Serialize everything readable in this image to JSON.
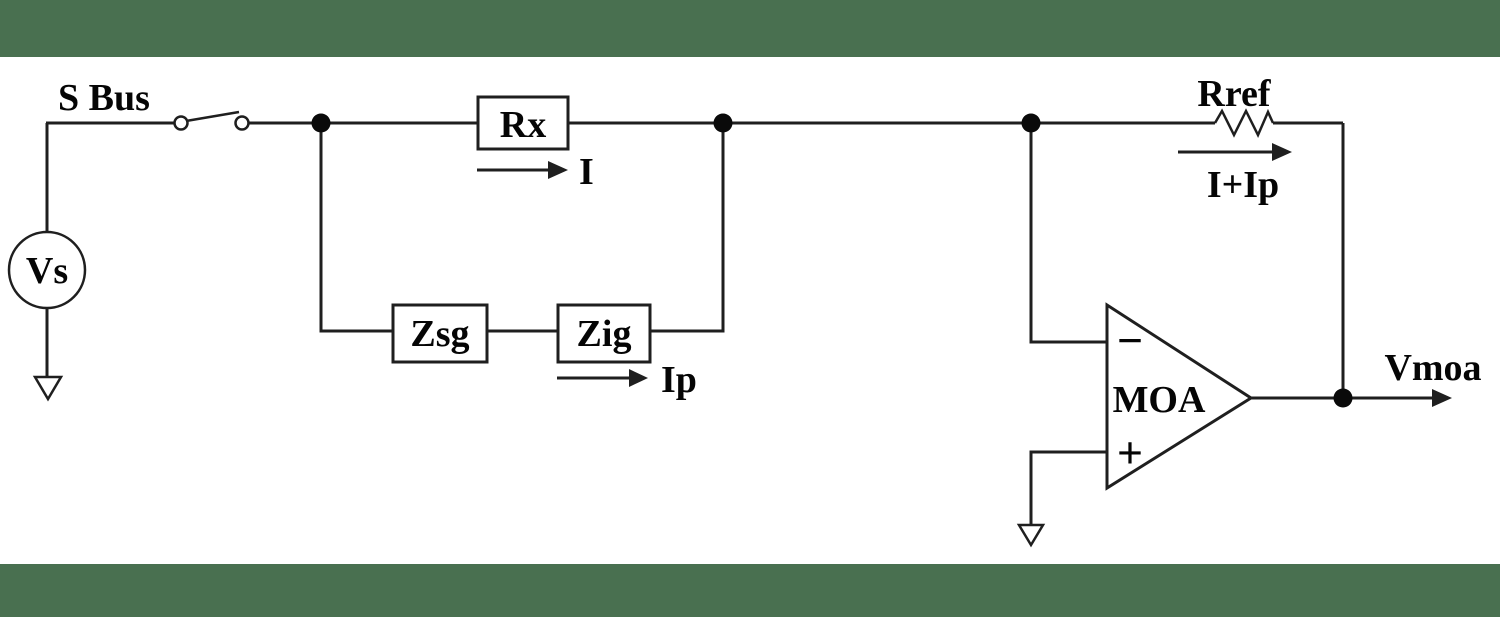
{
  "colors": {
    "background": "#ffffff",
    "border_bars": "#497050",
    "line": "#1f1f1f",
    "text": "#050505"
  },
  "circuit": {
    "type": "circuit-schematic",
    "bus_label": "S Bus",
    "source_label": "Vs",
    "series_resistor": "Rx",
    "current_primary": "I",
    "shunt_impedance_1": "Zsg",
    "shunt_impedance_2": "Zig",
    "current_parallel": "Ip",
    "feedback_resistor": "Rref",
    "current_total": "I+Ip",
    "opamp_label": "MOA",
    "opamp_inverting": "−",
    "opamp_noninverting": "+",
    "output_label": "Vmoa"
  }
}
